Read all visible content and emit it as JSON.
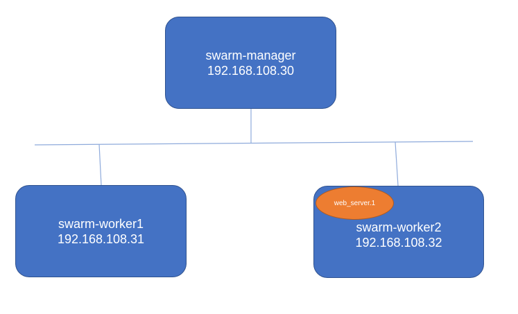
{
  "colors": {
    "node_fill": "#4472c4",
    "node_border": "#2f528f",
    "link_line": "#8eaadb",
    "container_fill": "#ed7d31",
    "container_border": "#ae5a21",
    "text": "#ffffff"
  },
  "nodes": {
    "manager": {
      "hostname": "swarm-manager",
      "ip": "192.168.108.30"
    },
    "worker1": {
      "hostname": "swarm-worker1",
      "ip": "192.168.108.31"
    },
    "worker2": {
      "hostname": "swarm-worker2",
      "ip": "192.168.108.32"
    }
  },
  "containers": {
    "worker2": {
      "name": "web_server.1"
    }
  }
}
